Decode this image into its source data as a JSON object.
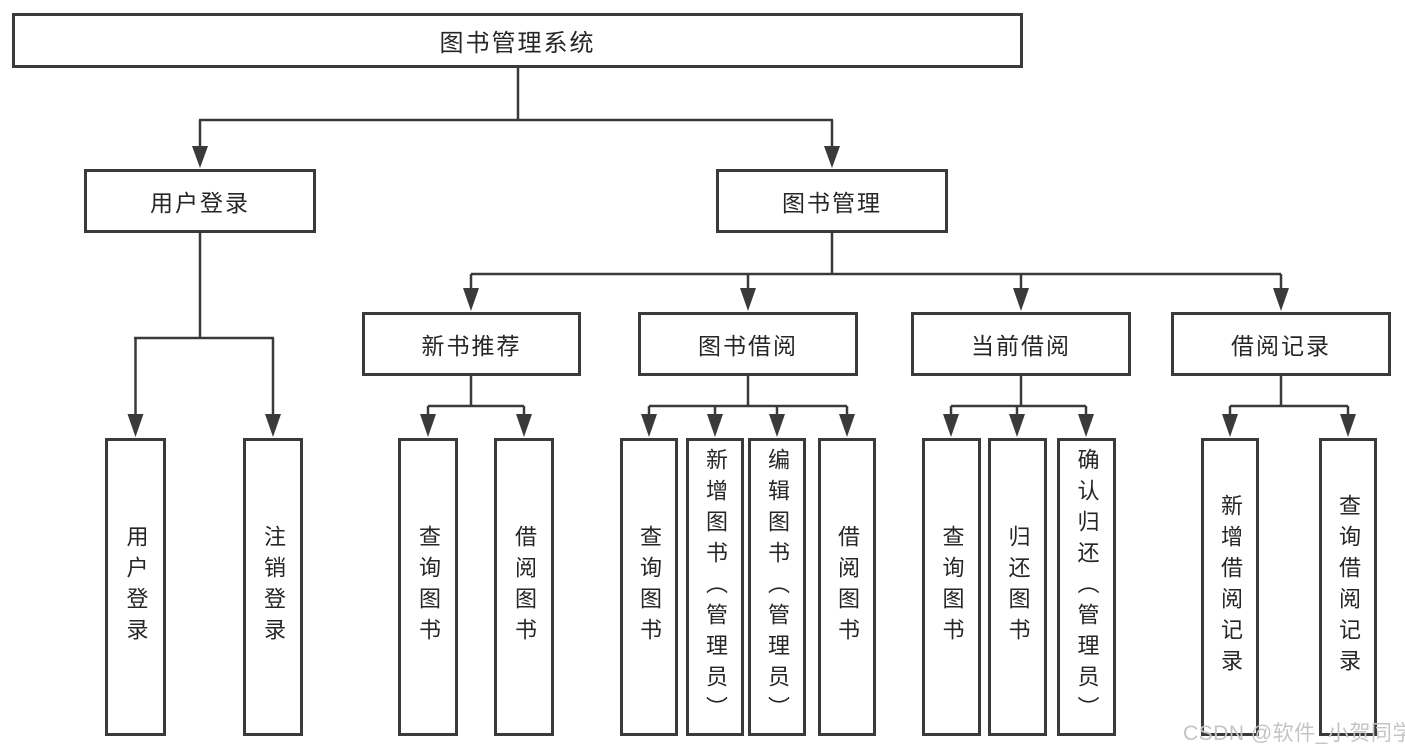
{
  "diagram": {
    "root_label": "图书管理系统",
    "level2": [
      {
        "label": "用户登录",
        "children": [
          "用户登录",
          "注销登录"
        ]
      },
      {
        "label": "图书管理"
      }
    ],
    "level3": [
      {
        "label": "新书推荐",
        "children": [
          "查询图书",
          "借阅图书"
        ]
      },
      {
        "label": "图书借阅",
        "children": [
          "查询图书",
          "新增图书（管理员）",
          "编辑图书（管理员）",
          "借阅图书"
        ]
      },
      {
        "label": "当前借阅",
        "children": [
          "查询图书",
          "归还图书",
          "确认归还（管理员）"
        ]
      },
      {
        "label": "借阅记录",
        "children": [
          "新增借阅记录",
          "查询借阅记录"
        ]
      }
    ],
    "watermark": "CSDN @软件_小贺同学",
    "colors": {
      "line": "#3a3a3a",
      "text": "#262626",
      "watermark": "#c8c3c3",
      "background": "#ffffff"
    }
  }
}
